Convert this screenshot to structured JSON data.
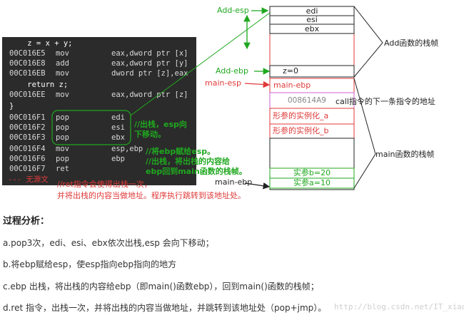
{
  "code": {
    "lines": [
      {
        "src": "    z = x + y;"
      },
      {
        "addr": "00C016E5",
        "mn": "mov",
        "op": "eax,dword ptr [x]"
      },
      {
        "addr": "00C016E8",
        "mn": "add",
        "op": "eax,dword ptr [y]"
      },
      {
        "addr": "00C016EB",
        "mn": "mov",
        "op": "dword ptr [z],eax"
      },
      {
        "src": "    return z;"
      },
      {
        "addr": "00C016EE",
        "mn": "mov",
        "op": "eax,dword ptr [z]"
      },
      {
        "src": "}"
      },
      {
        "addr": "00C016F1",
        "mn": "pop",
        "op": "edi"
      },
      {
        "addr": "00C016F2",
        "mn": "pop",
        "op": "esi"
      },
      {
        "addr": "00C016F3",
        "mn": "pop",
        "op": "ebx"
      },
      {
        "addr": "00C016F4",
        "mn": "mov",
        "op": "esp,ebp"
      },
      {
        "addr": "00C016F6",
        "mn": "pop",
        "op": "ebp"
      },
      {
        "addr": "00C016F7",
        "mn": "ret",
        "op": ""
      }
    ],
    "no_source": "--- 无源文"
  },
  "annotations": {
    "pop_note_1": "//出栈，esp向",
    "pop_note_2": "下移动。",
    "mov_note": "//将ebp赋给esp。",
    "popebp_note_1": "//出栈，将出栈的内容给",
    "popebp_note_2": "ebp回到main函数的栈帧。",
    "ret_note_1": "//ret指令会使得出栈一次，",
    "ret_note_2": "并将出栈的内容当做地址。程序执行跳转到该地址处。"
  },
  "stack": {
    "labels": {
      "add_esp": "Add-esp",
      "add_ebp": "Add-ebp",
      "main_esp": "main-esp",
      "main_ebp": "main-ebp",
      "add_frame": "Add函数的栈帧",
      "call_next": "call指令的下一条指令的地址",
      "main_frame": "main函数的栈帧"
    },
    "cells": {
      "edi": "edi",
      "esi": "esi",
      "ebx": "ebx",
      "z": "z=0",
      "main_ebp": "main-ebp",
      "ret_addr": "008614A9",
      "param_a": "形参的实例化_a",
      "param_b": "形参的实例化_b",
      "var_b": "实参b=20",
      "var_a": "实参a=10"
    }
  },
  "analysis": {
    "title": "过程分析：",
    "a": "a.pop3次，edi、esi、ebx依次出栈,esp 会向下移动；",
    "b": "b.将ebp赋给esp，使esp指向ebp指向的地方",
    "c": "c.ebp 出栈，将出栈的内容给ebp（即main()函数ebp），回到main()函数的栈帧；",
    "d": "d.ret 指令，出栈一次，并将出栈的内容当做地址，并跳转到该地址处（pop+jmp）。"
  },
  "watermark": "http://blog.csdn.net/IT_xiaoye",
  "colors": {
    "green": "#1fa81f",
    "red": "#e03a3a",
    "panel": "#2b2b2b"
  }
}
